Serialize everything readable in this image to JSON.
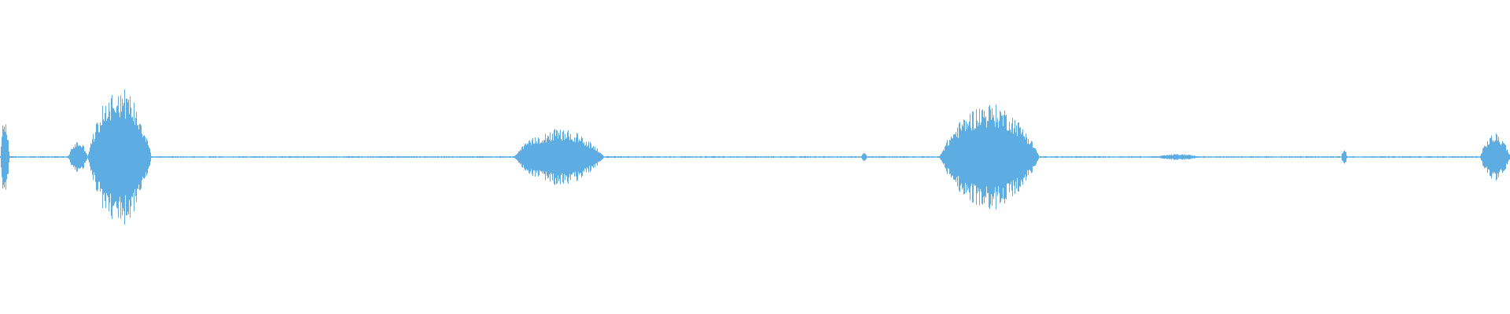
{
  "waveform": {
    "color": "#5dade2",
    "background": "#ffffff",
    "segments": [
      {
        "start": 0.0,
        "end": 0.006,
        "peak": 0.55
      },
      {
        "start": 0.045,
        "end": 0.058,
        "peak": 0.22
      },
      {
        "start": 0.058,
        "end": 0.1,
        "peak": 0.95
      },
      {
        "start": 0.34,
        "end": 0.4,
        "peak": 0.38
      },
      {
        "start": 0.57,
        "end": 0.574,
        "peak": 0.06
      },
      {
        "start": 0.622,
        "end": 0.688,
        "peak": 0.72
      },
      {
        "start": 0.765,
        "end": 0.795,
        "peak": 0.04
      },
      {
        "start": 0.888,
        "end": 0.892,
        "peak": 0.1
      },
      {
        "start": 0.98,
        "end": 1.0,
        "peak": 0.32
      }
    ]
  }
}
